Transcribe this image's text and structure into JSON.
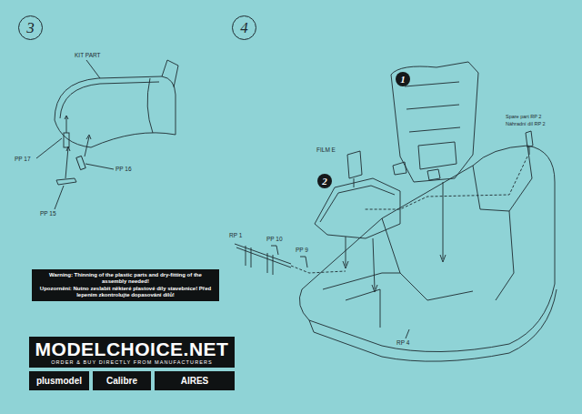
{
  "diagram": {
    "nodes": [
      {
        "text": [
          "3"
        ]
      },
      {
        "text": [
          "4"
        ]
      },
      {
        "text": [
          "1"
        ]
      },
      {
        "text": [
          "2"
        ]
      },
      {
        "text": [
          "Warning: Thinning of the plastic parts and dry-fitting of the assembly needed!",
          "Upozornění: Nutno zeslabit některé plastové díly stavebnice! Před lepením zkontrolujte dopasování dílů!"
        ]
      },
      {
        "text": [
          "MODELCHOICE.NET",
          "ORDER & BUY DIRECTLY FROM MANUFACTURERS"
        ]
      },
      {
        "text": [
          "plusmodel"
        ]
      },
      {
        "text": [
          "Calibre"
        ]
      },
      {
        "text": [
          "AIRES"
        ]
      }
    ],
    "labels": [
      "KIT PART",
      "PP 17",
      "PP 16",
      "PP 15",
      "FILM E",
      "Spare part RP 2",
      "Náhradní díl RP 2",
      "RP 1",
      "PP 10",
      "PP 9",
      "RP 4"
    ]
  }
}
